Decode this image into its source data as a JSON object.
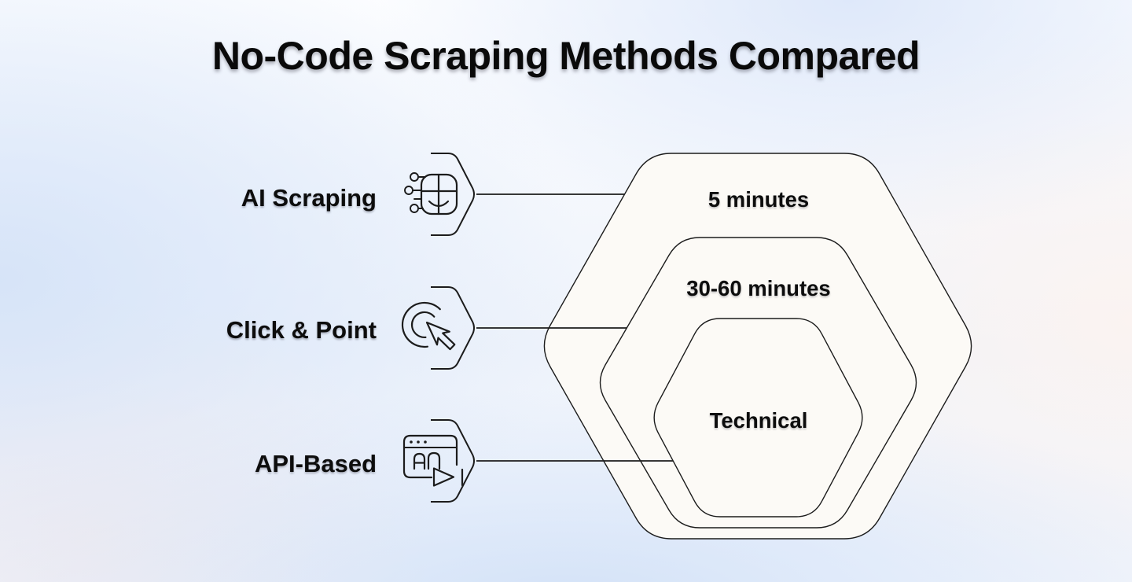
{
  "title": "No-Code Scraping Methods Compared",
  "methods": [
    {
      "label": "AI Scraping",
      "icon": "ai-brain-icon",
      "setup_time": "5 minutes"
    },
    {
      "label": "Click & Point",
      "icon": "click-cursor-icon",
      "setup_time": "30-60 minutes"
    },
    {
      "label": "API-Based",
      "icon": "api-browser-icon",
      "setup_time": "Technical"
    }
  ],
  "colors": {
    "line": "#1c1c1c",
    "hexagon_fill": "#fcfaf6",
    "text": "#0d0d0d",
    "background_blue": "#d5e3f8",
    "background_pink": "#fdf0ed"
  }
}
